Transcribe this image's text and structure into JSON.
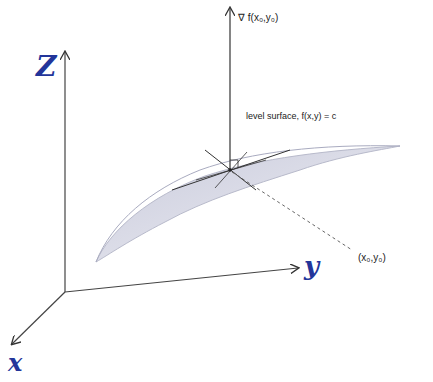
{
  "diagram": {
    "labels": [
      "Z",
      "∇ f(x₀,y₀)",
      "level surface, f(x,y) = c",
      "(x₀,y₀)",
      "y",
      "x"
    ]
  }
}
